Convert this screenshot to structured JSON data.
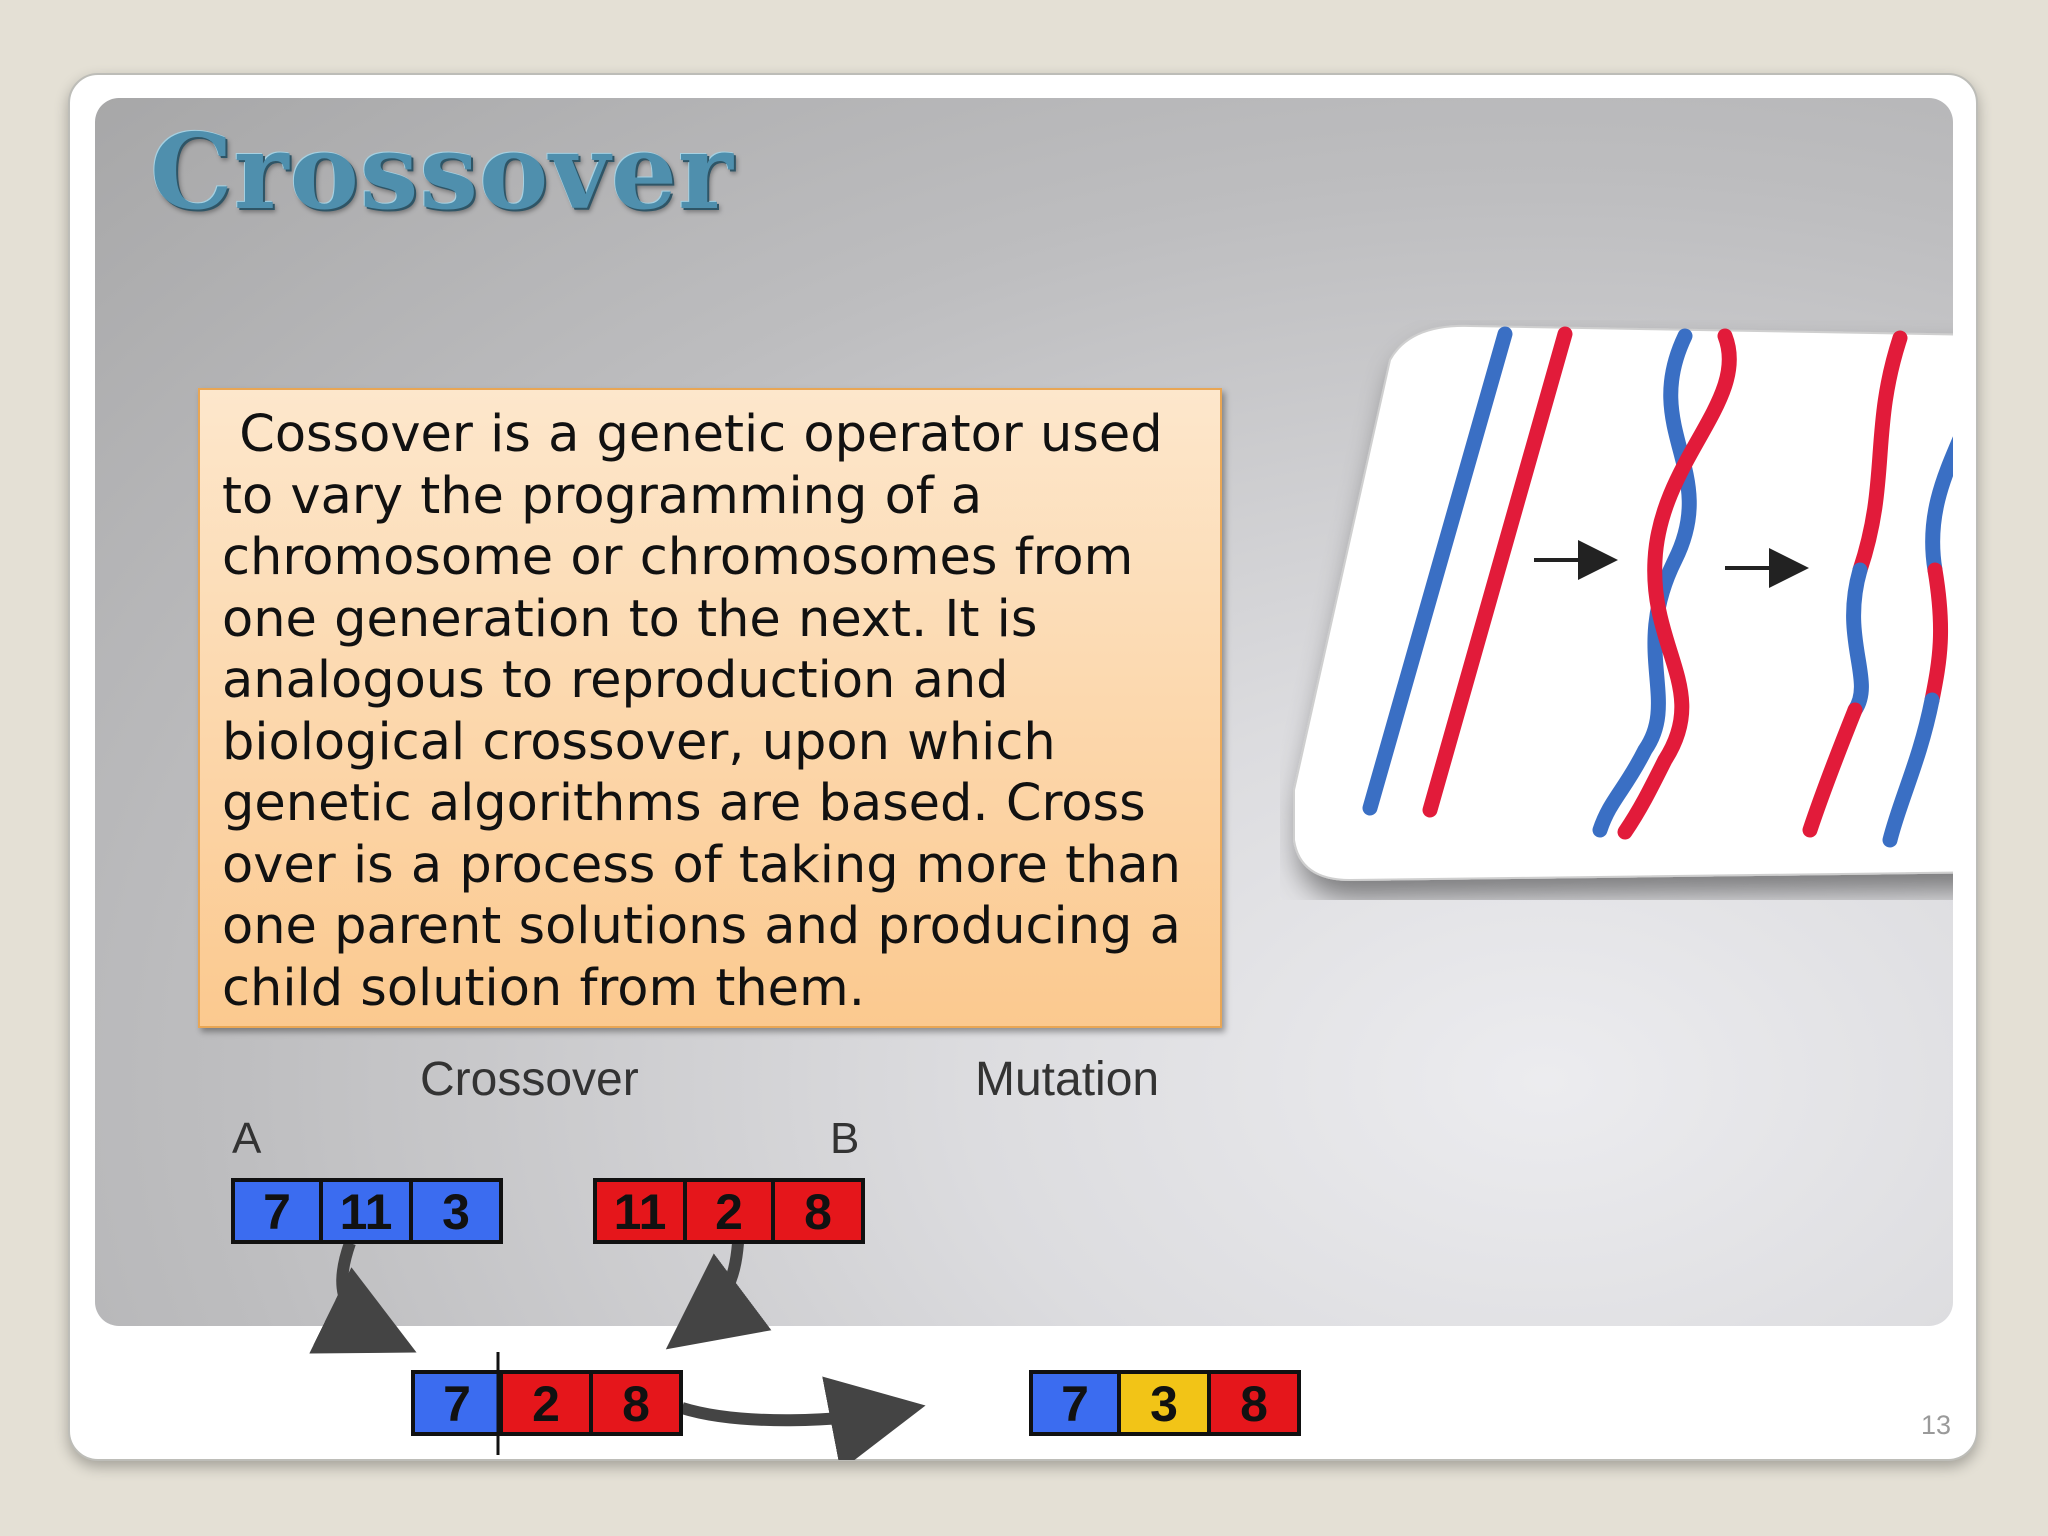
{
  "slide": {
    "title": "Crossover",
    "body": " Cossover is a genetic operator used to vary the programming of a chromosome or chromosomes from one generation to the next. It is analogous to reproduction and biological crossover, upon which genetic algorithms are based. Cross over is a process of taking more than one parent solutions and producing a child solution from them.",
    "page_number": "13"
  },
  "diagram": {
    "crossover_label": "Crossover",
    "mutation_label": "Mutation",
    "parent_a": {
      "name": "A",
      "genes": [
        "7",
        "11",
        "3"
      ]
    },
    "parent_b": {
      "name": "B",
      "genes": [
        "11",
        "2",
        "8"
      ]
    },
    "child": {
      "genes": [
        "7",
        "2",
        "8"
      ]
    },
    "mutated": {
      "genes": [
        "7",
        "3",
        "8"
      ]
    }
  },
  "colors": {
    "gene_blue": "#3b6cf0",
    "gene_red": "#e5161b",
    "gene_yellow": "#f2c417",
    "title": "#4f8fad",
    "textbox_top": "#fde7cc",
    "textbox_bottom": "#fbc98f"
  },
  "image": {
    "description_icon": "chromosome-crossover-illustration"
  }
}
